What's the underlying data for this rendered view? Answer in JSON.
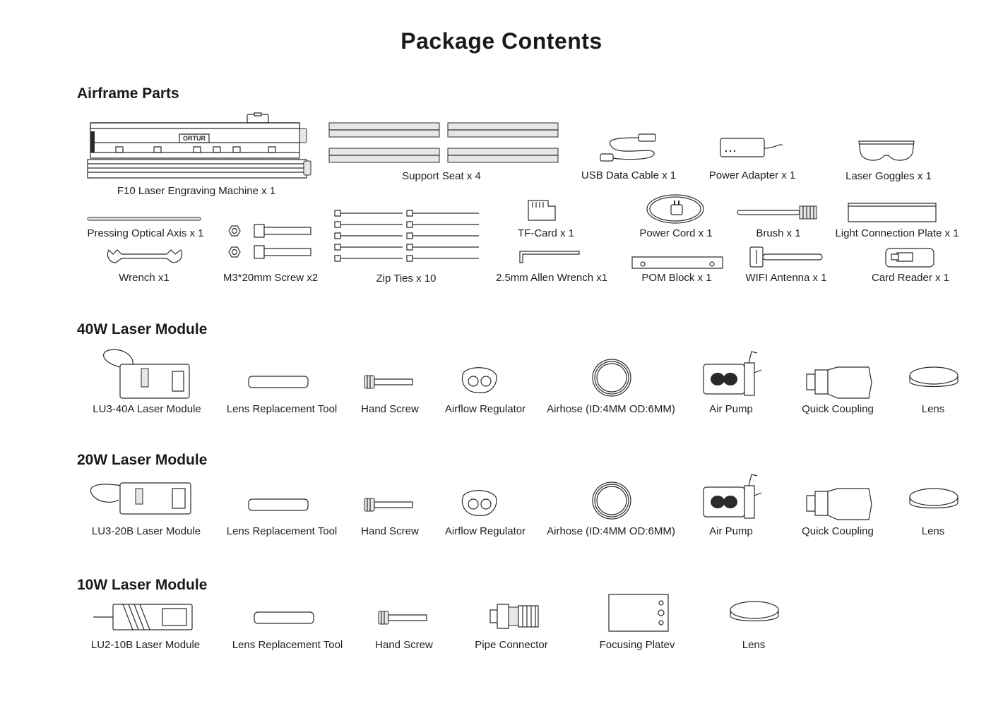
{
  "title": "Package Contents",
  "sections": {
    "airframe": {
      "heading": "Airframe Parts",
      "items": {
        "machine": "F10 Laser Engraving Machine x 1",
        "support_seat": "Support Seat x 4",
        "usb_cable": "USB Data Cable x 1",
        "power_adapter": "Power Adapter x 1",
        "goggles": "Laser Goggles x 1",
        "optical_axis": "Pressing Optical Axis x 1",
        "tf_card": "TF-Card x 1",
        "power_cord": "Power Cord x 1",
        "brush": "Brush x 1",
        "light_plate": "Light Connection Plate x 1",
        "wrench": "Wrench x1",
        "screw": "M3*20mm Screw x2",
        "zip_ties": "Zip Ties x 10",
        "allen_wrench": "2.5mm Allen Wrench x1",
        "pom_block": "POM Block x 1",
        "wifi_antenna": "WIFI Antenna x 1",
        "card_reader": "Card Reader x 1"
      },
      "brand_mark": "ORTUR"
    },
    "m40": {
      "heading": "40W Laser Module",
      "items": {
        "module": "LU3-40A Laser Module",
        "lens_tool": "Lens Replacement Tool",
        "hand_screw": "Hand Screw",
        "airflow_regulator": "Airflow Regulator",
        "airhose": "Airhose (ID:4MM OD:6MM)",
        "air_pump": "Air Pump",
        "quick_coupling": "Quick Coupling",
        "lens": "Lens"
      }
    },
    "m20": {
      "heading": "20W Laser Module",
      "items": {
        "module": "LU3-20B Laser Module",
        "lens_tool": "Lens Replacement Tool",
        "hand_screw": "Hand Screw",
        "airflow_regulator": "Airflow Regulator",
        "airhose": "Airhose (ID:4MM OD:6MM)",
        "air_pump": "Air Pump",
        "quick_coupling": "Quick Coupling",
        "lens": "Lens"
      }
    },
    "m10": {
      "heading": "10W Laser Module",
      "items": {
        "module": "LU2-10B Laser Module",
        "lens_tool": "Lens Replacement Tool",
        "hand_screw": "Hand Screw",
        "pipe_connector": "Pipe Connector",
        "focusing_plate": "Focusing Platev",
        "lens": "Lens"
      }
    }
  },
  "icons": {
    "machine": "laser-engraver-frame-icon",
    "support_seat": "support-rail-icon",
    "usb_cable": "usb-cable-icon",
    "power_adapter": "power-adapter-icon",
    "goggles": "safety-goggles-icon",
    "optical_axis": "rod-icon",
    "tf_card": "sd-card-icon",
    "power_cord": "coiled-cord-icon",
    "brush": "brush-icon",
    "light_plate": "plate-icon",
    "wrench": "wrench-icon",
    "screw": "screw-icon",
    "zip_ties": "zip-tie-icon",
    "allen_wrench": "allen-key-icon",
    "pom_block": "block-icon",
    "wifi_antenna": "antenna-icon",
    "card_reader": "card-reader-icon",
    "laser_module": "laser-module-icon",
    "lens_tool": "lens-tool-icon",
    "hand_screw": "thumb-screw-icon",
    "airflow_regulator": "airflow-regulator-icon",
    "airhose": "coiled-hose-icon",
    "air_pump": "air-pump-icon",
    "quick_coupling": "coupling-icon",
    "lens": "lens-disc-icon",
    "pipe_connector": "pipe-connector-icon",
    "focusing_plate": "focusing-plate-icon"
  }
}
